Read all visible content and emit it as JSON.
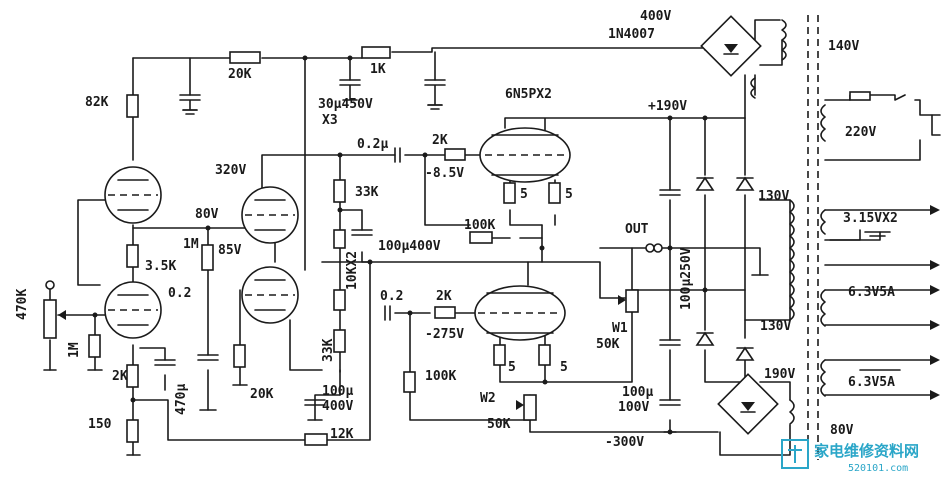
{
  "labels": {
    "v400": "400V",
    "diode": "1N4007",
    "v140": "140V",
    "r20k_top": "20K",
    "r1k": "1K",
    "cap30u": "30μ450V",
    "x3": "X3",
    "tube_6n5p": "6N5PX2",
    "r82k": "82K",
    "v190_top": "+190V",
    "v220": "220V",
    "c02_top": "0.2μ",
    "r2k_top": "2K",
    "v320": "320V",
    "v8_5": "-8.5V",
    "r33k_top": "33K",
    "r5_a": "5",
    "r5_b": "5",
    "v130_top": "130V",
    "v3_15": "3.15VX2",
    "v80": "80V",
    "r100k_mid": "100K",
    "out": "OUT",
    "r1m_a": "1M",
    "v85": "85V",
    "c100u400_mid": "100μ400V",
    "r3_5k": "3.5K",
    "r10kx2": "10KX2",
    "r470k": "470K",
    "c0_2_left": "0.2",
    "c0_2_mid": "0.2",
    "r2k_mid": "2K",
    "v6_3_a": "6.3V5A",
    "c100u250": "100μ250V",
    "r1m_b": "1M",
    "r33k_low": "33K",
    "v275": "-275V",
    "w1": "W1",
    "r50k_w1": "50K",
    "v130_low": "130V",
    "r2k_low": "2K",
    "c470u": "470μ",
    "r20k_low": "20K",
    "r5_c": "5",
    "r5_d": "5",
    "r100k_low": "100K",
    "c100u100_a": "100μ",
    "c100u100_b": "100V",
    "v190_low": "190V",
    "v6_3_b": "6.3V5A",
    "c100u400_low_a": "100μ",
    "c100u400_low_b": "400V",
    "w2": "W2",
    "r150": "150",
    "r12k": "12K",
    "r50k_w2": "50K",
    "v300": "-300V",
    "v80_b": "80V"
  },
  "watermark": {
    "brand": "家电维修资料网",
    "url": "520101.com"
  },
  "colors": {
    "ink": "#1a1a1a",
    "watermark": "#2aa6c8"
  }
}
